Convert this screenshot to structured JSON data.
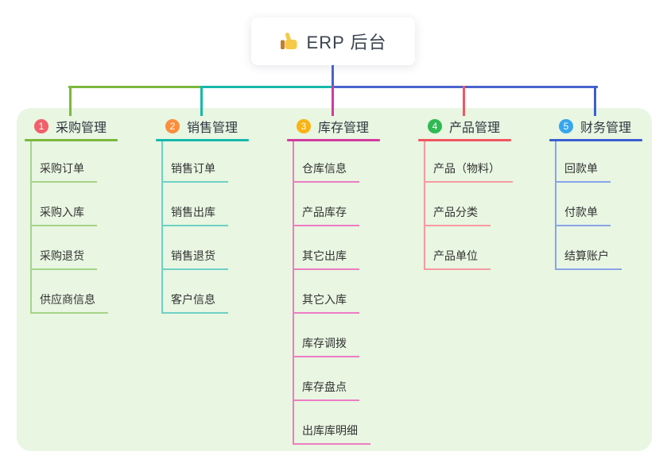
{
  "root": {
    "icon": "thumbs-up-icon",
    "title": "ERP 后台"
  },
  "colors": {
    "page_bg": "#ffffff",
    "panel_bg": "#e8f6e2",
    "root_connector": "#4a63ce",
    "title_text": "#2f3640",
    "child_text": "#333333"
  },
  "branches": [
    {
      "number": "1",
      "label": "采购管理",
      "badge_color": "#f1606a",
      "line_color": "#7cb83e",
      "child_line_color": "#a7d489",
      "children": [
        "采购订单",
        "采购入库",
        "采购退货",
        "供应商信息"
      ]
    },
    {
      "number": "2",
      "label": "销售管理",
      "badge_color": "#fb8e3c",
      "line_color": "#17b8ab",
      "child_line_color": "#6fd0c6",
      "children": [
        "销售订单",
        "销售出库",
        "销售退货",
        "客户信息"
      ]
    },
    {
      "number": "3",
      "label": "库存管理",
      "badge_color": "#f9b313",
      "line_color": "#d23a9e",
      "child_line_color": "#ee7cc3",
      "children": [
        "仓库信息",
        "产品库存",
        "其它出库",
        "其它入库",
        "库存调拨",
        "库存盘点",
        "出库库明细"
      ]
    },
    {
      "number": "4",
      "label": "产品管理",
      "badge_color": "#2fba54",
      "line_color": "#f25660",
      "child_line_color": "#f79aa0",
      "children": [
        "产品（物料）",
        "产品分类",
        "产品单位"
      ]
    },
    {
      "number": "5",
      "label": "财务管理",
      "badge_color": "#36a6ee",
      "line_color": "#3d5ed0",
      "child_line_color": "#8aa4e8",
      "children": [
        "回款单",
        "付款单",
        "结算账户"
      ]
    }
  ]
}
